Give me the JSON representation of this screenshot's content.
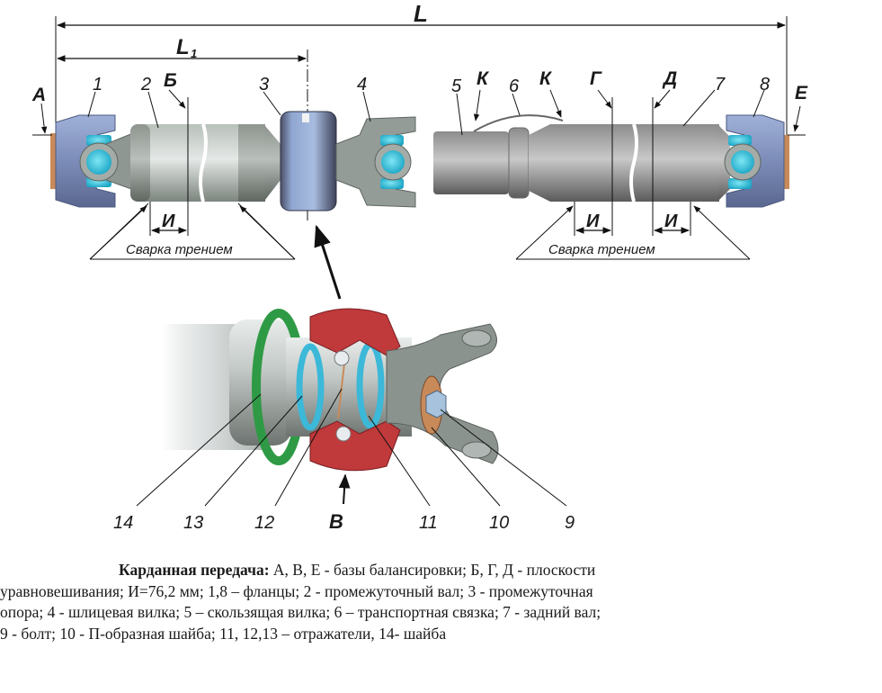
{
  "dimensions": {
    "L": "L",
    "L1": "L",
    "L1_sub": "1"
  },
  "balancing_bases": {
    "A": "А",
    "B": "В",
    "E": "Е"
  },
  "balancing_planes": {
    "B_plane": "Б",
    "G_plane": "Г",
    "D_plane": "Д"
  },
  "markers": {
    "K": "К",
    "I": "И"
  },
  "friction_weld_label": "Сварка трением",
  "part_numbers": {
    "p1": "1",
    "p2": "2",
    "p3": "3",
    "p4": "4",
    "p5": "5",
    "p6": "6",
    "p7": "7",
    "p8": "8",
    "p9": "9",
    "p10": "10",
    "p11": "11",
    "p12": "12",
    "p13": "13",
    "p14": "14"
  },
  "caption": {
    "title": "Карданная передача:",
    "lines": [
      "А, В, Е - базы балансировки; Б, Г, Д - плоскости",
      "уравновешивания; И=76,2 мм; 1,8 – фланцы; 2 - промежуточный вал; 3 - промежуточная",
      "опора; 4 - шлицевая вилка; 5 – скользящая вилка; 6 – транспортная связка; 7 - задний вал;",
      "9 - болт; 10 - П-образная шайба; 11, 12,13 – отражатели, 14- шайба"
    ]
  },
  "colors": {
    "flange": "#8c9cc4",
    "bearing_cyan": "#3cc8e0",
    "shaft_grey": "#9aa29c",
    "rubber_red": "#c0393b",
    "washer_green": "#2f9a45",
    "copper": "#c98a5a"
  }
}
